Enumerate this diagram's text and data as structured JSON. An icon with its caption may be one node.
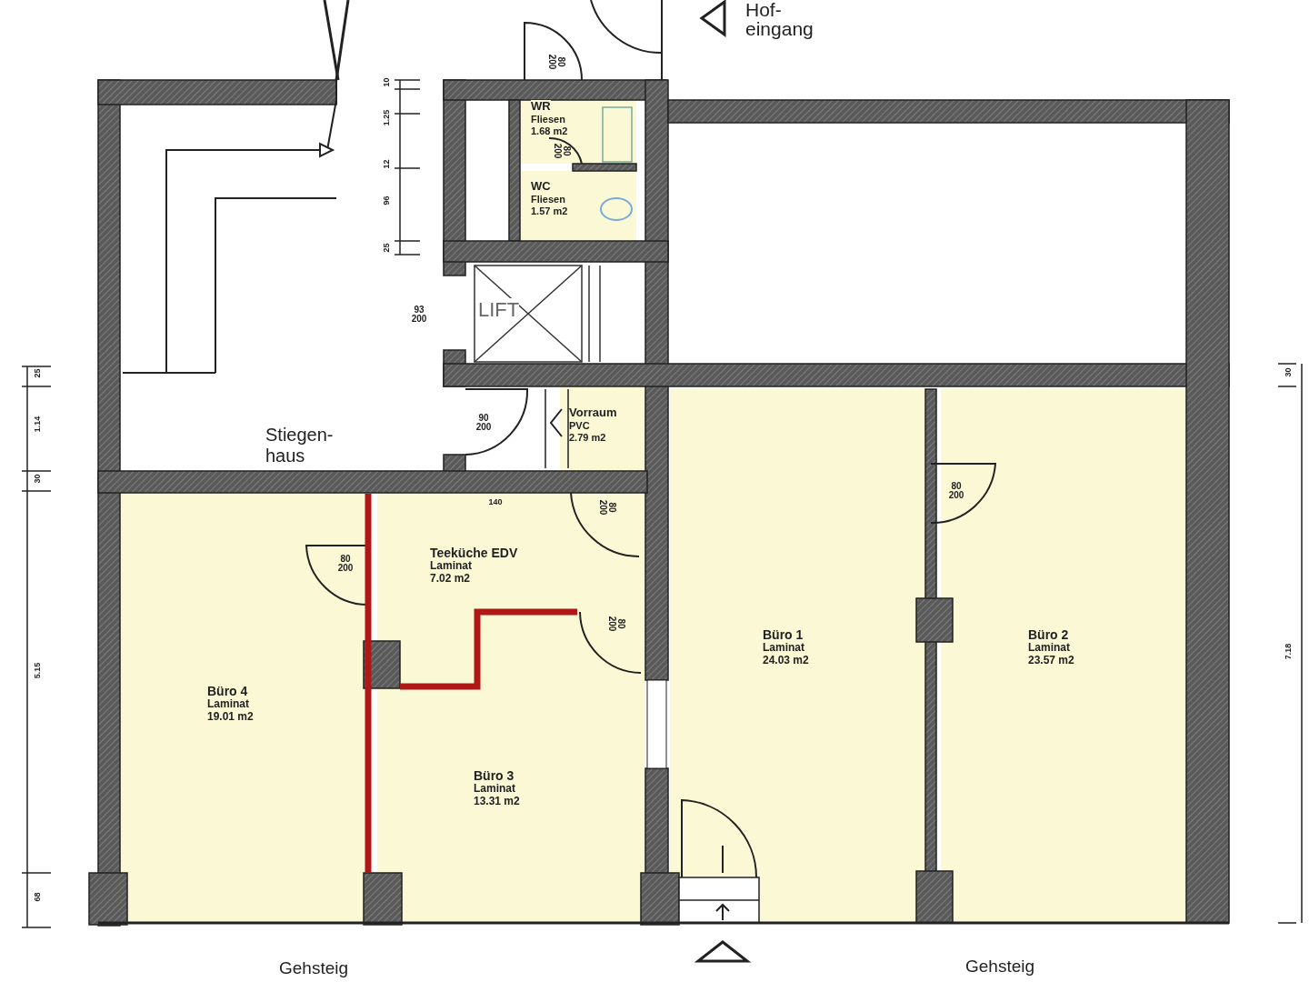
{
  "diagram": {
    "nodes": [
      {
        "text": [
          "Stiegen- haus"
        ]
      },
      {
        "text": [
          "WR",
          "Fliesen",
          "1.68 m2"
        ]
      },
      {
        "text": [
          "WC",
          "Fliesen",
          "1.57 m2"
        ]
      },
      {
        "text": [
          "LIFT"
        ]
      },
      {
        "text": [
          "Vorraum",
          "PVC",
          "2.79 m2"
        ]
      },
      {
        "text": [
          "Teeküche EDV",
          "Laminat",
          "7.02 m2"
        ]
      },
      {
        "text": [
          "Büro 4",
          "Laminat",
          "19.01 m2"
        ]
      },
      {
        "text": [
          "Büro 3",
          "Laminat",
          "13.31 m2"
        ]
      },
      {
        "text": [
          "Büro 1",
          "Laminat",
          "24.03 m2"
        ]
      },
      {
        "text": [
          "Büro 2",
          "Laminat",
          "23.57 m2"
        ]
      }
    ],
    "labels": [
      "Hof- eingang",
      "10",
      "1.25",
      "12",
      "96",
      "25",
      "80 200",
      "80 200",
      "93 200",
      "90 200",
      "140",
      "80 200",
      "25",
      "1.14",
      "30",
      "5.15",
      "68",
      "80 200",
      "80 200",
      "80 200",
      "30",
      "7.18",
      "Gehsteig",
      "Gehsteig"
    ]
  }
}
